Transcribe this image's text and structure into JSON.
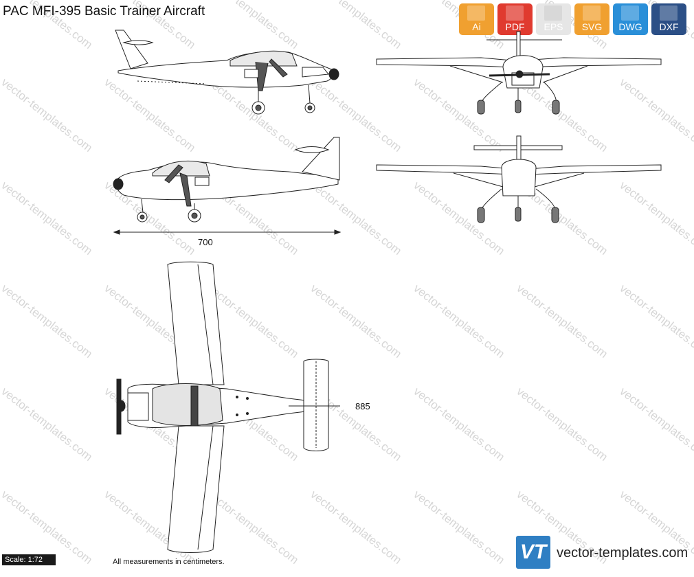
{
  "title": "PAC MFI-395 Basic Trainer Aircraft",
  "watermark_text": "vector-templates.com",
  "formats": [
    {
      "label": "Ai",
      "color": "#f0a030"
    },
    {
      "label": "PDF",
      "color": "#e03a2f"
    },
    {
      "label": "EPS",
      "color": "#e6e6e6"
    },
    {
      "label": "SVG",
      "color": "#f0a030"
    },
    {
      "label": "DWG",
      "color": "#2a8fd8"
    },
    {
      "label": "DXF",
      "color": "#2b4f86"
    }
  ],
  "dimensions": {
    "length": "700",
    "wingspan": "885"
  },
  "scale": "Scale: 1:72",
  "note": "All measurements in centimeters.",
  "logo_text": "VT",
  "site": "vector-templates.com"
}
